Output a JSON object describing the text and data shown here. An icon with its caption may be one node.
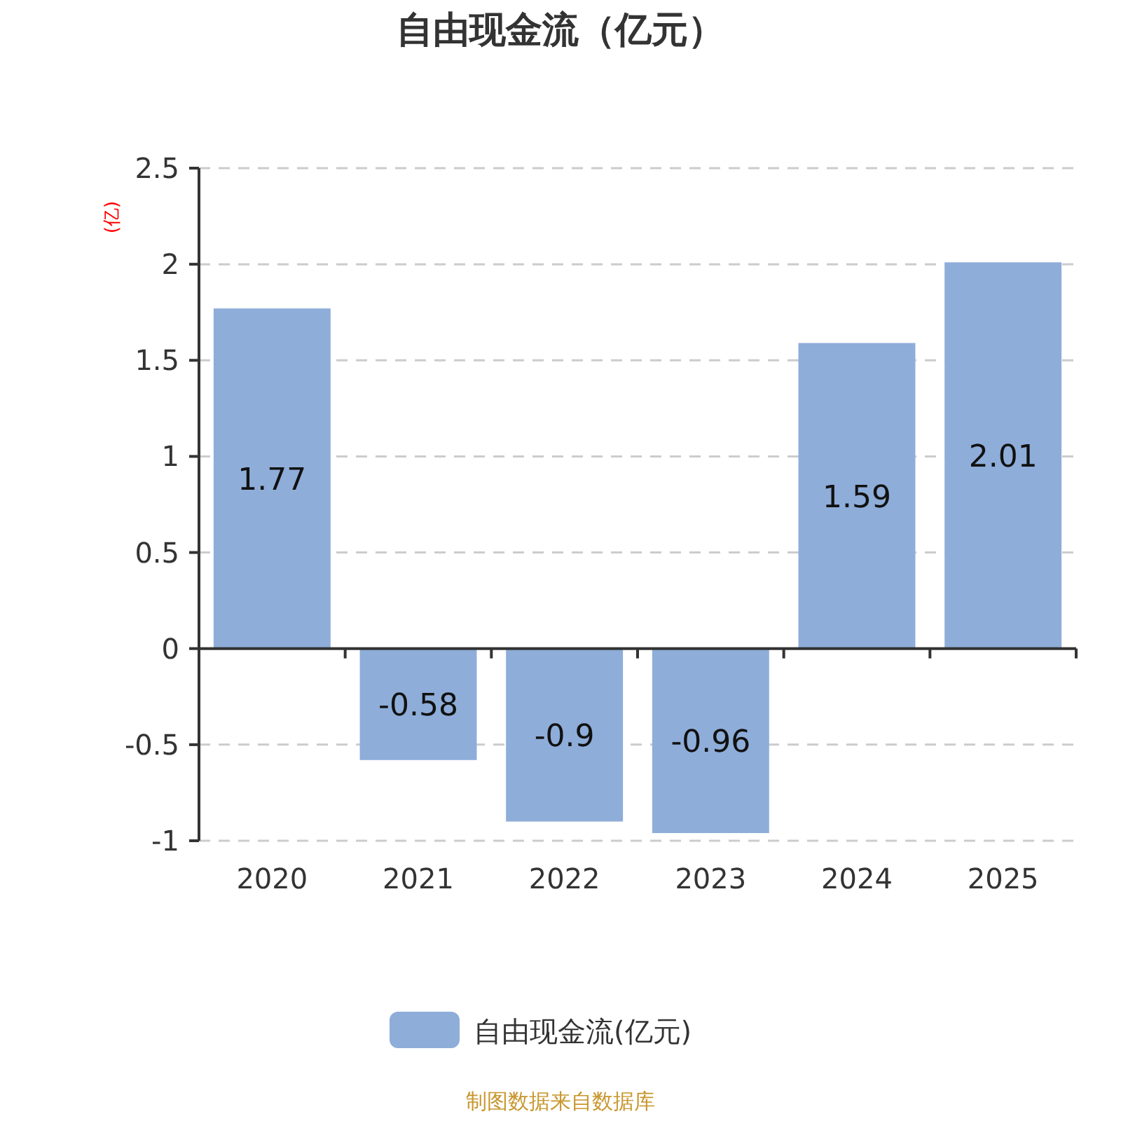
{
  "diagram": {
    "title": "自由现金流（亿元）",
    "caption": "制图数据来自数据库",
    "chart_data": {
      "type": "bar",
      "ylabel": "(亿)",
      "categories": [
        "2020",
        "2021",
        "2022",
        "2023",
        "2024",
        "2025"
      ],
      "series": [
        {
          "name": "自由现金流(亿元)",
          "color": "#8eadd9",
          "values": [
            1.77,
            -0.58,
            -0.9,
            -0.96,
            1.59,
            2.01
          ]
        }
      ],
      "ylim": [
        -1,
        2.5
      ],
      "yticks": [
        {
          "value": -1,
          "label": "-1"
        },
        {
          "value": -0.5,
          "label": "-0.5"
        },
        {
          "value": 0,
          "label": "0"
        },
        {
          "value": 0.5,
          "label": "0.5"
        },
        {
          "value": 1,
          "label": "1"
        },
        {
          "value": 1.5,
          "label": "1.5"
        },
        {
          "value": 2,
          "label": "2"
        },
        {
          "value": 2.5,
          "label": "2.5"
        }
      ],
      "grid": true,
      "data_labels": true
    }
  }
}
